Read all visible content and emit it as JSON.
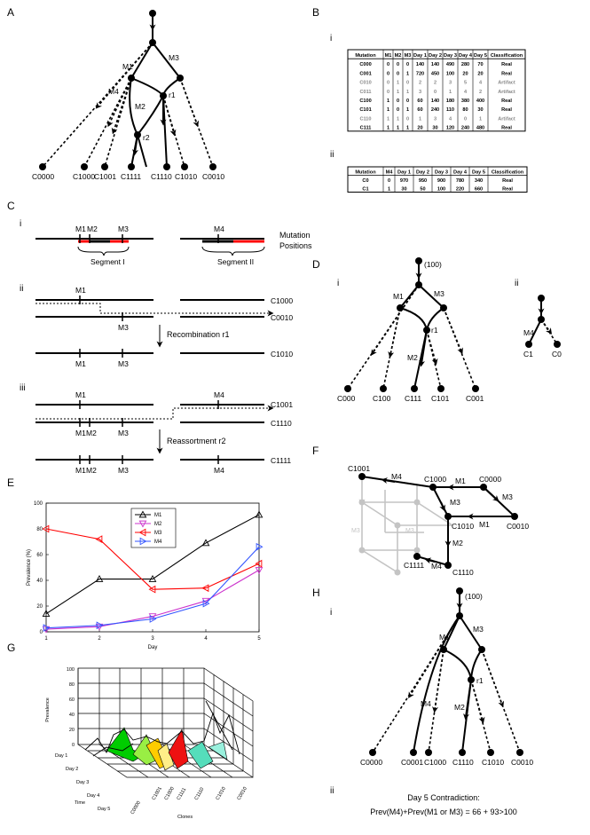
{
  "panels": {
    "A": "A",
    "B": "B",
    "C": "C",
    "D": "D",
    "E": "E",
    "F": "F",
    "G": "G",
    "H": "H"
  },
  "subs": {
    "i": "i",
    "ii": "ii",
    "iii": "iii"
  },
  "panelA": {
    "edges": {
      "m1": "M1",
      "m3": "M3",
      "m4": "M4",
      "m2": "M2",
      "r1": "r1",
      "r2": "r2"
    },
    "leaves": [
      "C0000",
      "C1000",
      "C1001",
      "C1111",
      "C1110",
      "C1010",
      "C0010"
    ]
  },
  "panelB": {
    "table1": {
      "headers": [
        "Mutation",
        "M1",
        "M2",
        "M3",
        "Day 1",
        "Day 2",
        "Day 3",
        "Day 4",
        "Day 5",
        "Classification"
      ],
      "rows": [
        {
          "cells": [
            "C000",
            "0",
            "0",
            "0",
            "140",
            "140",
            "490",
            "280",
            "70",
            "Real"
          ],
          "artifact": false
        },
        {
          "cells": [
            "C001",
            "0",
            "0",
            "1",
            "720",
            "450",
            "100",
            "20",
            "20",
            "Real"
          ],
          "artifact": false
        },
        {
          "cells": [
            "C010",
            "0",
            "1",
            "0",
            "2",
            "2",
            "3",
            "5",
            "4",
            "Artifact"
          ],
          "artifact": true
        },
        {
          "cells": [
            "C011",
            "0",
            "1",
            "1",
            "3",
            "0",
            "1",
            "4",
            "2",
            "Artifact"
          ],
          "artifact": true
        },
        {
          "cells": [
            "C100",
            "1",
            "0",
            "0",
            "60",
            "140",
            "180",
            "380",
            "400",
            "Real"
          ],
          "artifact": false
        },
        {
          "cells": [
            "C101",
            "1",
            "0",
            "1",
            "60",
            "240",
            "110",
            "80",
            "30",
            "Real"
          ],
          "artifact": false
        },
        {
          "cells": [
            "C110",
            "1",
            "1",
            "0",
            "1",
            "3",
            "4",
            "0",
            "1",
            "Artifact"
          ],
          "artifact": true
        },
        {
          "cells": [
            "C111",
            "1",
            "1",
            "1",
            "20",
            "30",
            "120",
            "240",
            "480",
            "Real"
          ],
          "artifact": false
        }
      ]
    },
    "table2": {
      "headers": [
        "Mutation",
        "M4",
        "Day 1",
        "Day 2",
        "Day 3",
        "Day 4",
        "Day 5",
        "Classification"
      ],
      "rows": [
        [
          "C0",
          "0",
          "970",
          "950",
          "900",
          "780",
          "340",
          "Real"
        ],
        [
          "C1",
          "1",
          "30",
          "50",
          "100",
          "220",
          "660",
          "Real"
        ]
      ]
    }
  },
  "panelC": {
    "mut": {
      "m1": "M1",
      "m2": "M2",
      "m3": "M3",
      "m4": "M4"
    },
    "segment1": "Segment I",
    "segment2": "Segment II",
    "mutation_positions": "Mutation\nPositions",
    "mutation_positions_1": "Mutation",
    "mutation_positions_2": "Positions",
    "clones": {
      "c1000": "C1000",
      "c0010": "C0010",
      "c1010": "C1010",
      "c1001": "C1001",
      "c1110": "C1110",
      "c1111": "C1111"
    },
    "recombination": "Recombination r1",
    "reassortment": "Reassortment r2"
  },
  "panelD": {
    "root_label": "(100)",
    "edges": {
      "m1": "M1",
      "m3": "M3",
      "m2": "M2",
      "r1": "r1",
      "m4": "M4"
    },
    "leaves": [
      "C000",
      "C100",
      "C111",
      "C101",
      "C001"
    ],
    "leaves2": [
      "C1",
      "C0"
    ]
  },
  "panelE": {
    "chart_data": {
      "type": "line",
      "x": [
        1,
        2,
        3,
        4,
        5
      ],
      "xlabel": "Day",
      "ylabel": "Prevalence (%)",
      "xlim": [
        1,
        5
      ],
      "ylim": [
        0,
        100
      ],
      "yticks": [
        0,
        20,
        40,
        60,
        80,
        100
      ],
      "legend_position": "top-center",
      "series": [
        {
          "name": "M1",
          "values": [
            14,
            41,
            41,
            69,
            91
          ],
          "color": "#000000",
          "marker": "triangle-up"
        },
        {
          "name": "M2",
          "values": [
            2,
            4,
            12,
            24,
            48
          ],
          "color": "#cc33cc",
          "marker": "triangle-down"
        },
        {
          "name": "M3",
          "values": [
            80,
            72,
            33,
            34,
            53
          ],
          "color": "#ff0000",
          "marker": "triangle-left"
        },
        {
          "name": "M4",
          "values": [
            3,
            5,
            10,
            22,
            66
          ],
          "color": "#3355ff",
          "marker": "triangle-right"
        }
      ]
    }
  },
  "panelF": {
    "nodes": {
      "c1001": "C1001",
      "c1000": "C1000",
      "c0000": "C0000",
      "c1010": "C1010",
      "c0010": "C0010",
      "c1111": "C1111",
      "c1110": "C1110"
    },
    "edges": {
      "m4a": "M4",
      "m1a": "M1",
      "m3a": "M3",
      "m3b": "M3",
      "m1b": "M1",
      "m2": "M2",
      "m4b": "M4"
    }
  },
  "panelG": {
    "zlabel": "Prevalence",
    "zticks": [
      "0",
      "20",
      "40",
      "60",
      "80",
      "100"
    ],
    "time_label": "Time",
    "days": [
      "Day 1",
      "Day 2",
      "Day 3",
      "Day 4",
      "Day 5"
    ],
    "clones_label": "Clones",
    "clones": [
      "C0000",
      "C1001",
      "C1000",
      "C1111",
      "C1110",
      "C1010",
      "C0010"
    ]
  },
  "panelH": {
    "root_label": "(100)",
    "edges": {
      "m1": "M1",
      "m3": "M3",
      "m4": "M4",
      "m2": "M2",
      "r1": "r1"
    },
    "leaves": [
      "C0000",
      "C0001",
      "C1000",
      "C1110",
      "C1010",
      "C0010"
    ],
    "contradiction_title": "Day 5 Contradiction:",
    "contradiction_eq": "Prev(M4)+Prev(M1 or M3) = 66 + 93>100"
  },
  "colors": {
    "red": "#ff0000",
    "magenta": "#cc33cc",
    "blue": "#3355ff",
    "artifact": "#888888"
  }
}
